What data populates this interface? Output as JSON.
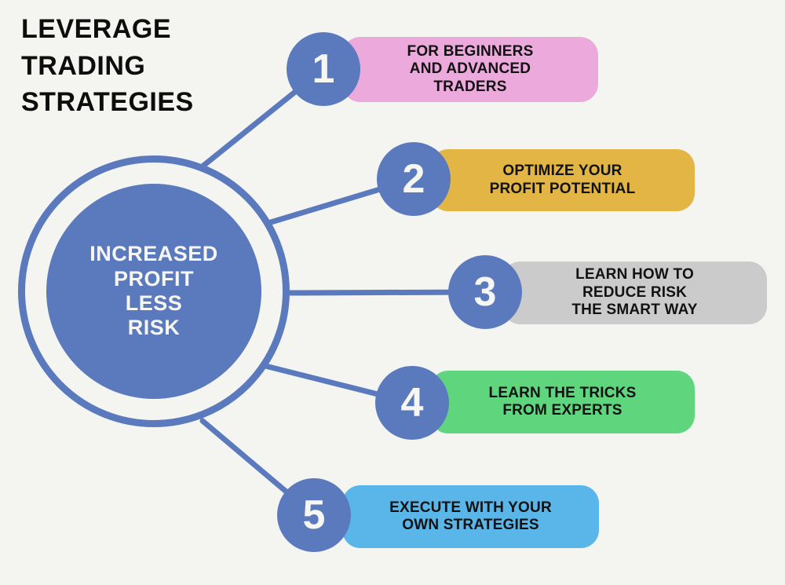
{
  "title": {
    "lines": [
      "LEVERAGE",
      "TRADING",
      "STRATEGIES"
    ]
  },
  "center": {
    "label": "INCREASED\nPROFIT\nLESS\nRISK"
  },
  "items": [
    {
      "number": "1",
      "label": "FOR BEGINNERS\nAND ADVANCED\nTRADERS",
      "color": "#eca9dc"
    },
    {
      "number": "2",
      "label": "OPTIMIZE YOUR\nPROFIT POTENTIAL",
      "color": "#e3b544"
    },
    {
      "number": "3",
      "label": "LEARN HOW TO\nREDUCE RISK\nTHE SMART WAY",
      "color": "#cbcbcb"
    },
    {
      "number": "4",
      "label": "LEARN THE TRICKS\nFROM EXPERTS",
      "color": "#5fd67e"
    },
    {
      "number": "5",
      "label": "EXECUTE WITH YOUR\nOWN STRATEGIES",
      "color": "#5ab5e8"
    }
  ],
  "colors": {
    "background": "#f4f4f1",
    "node_blue": "#5b7abd",
    "text_dark": "#121212",
    "text_light": "#f6f6f2"
  }
}
